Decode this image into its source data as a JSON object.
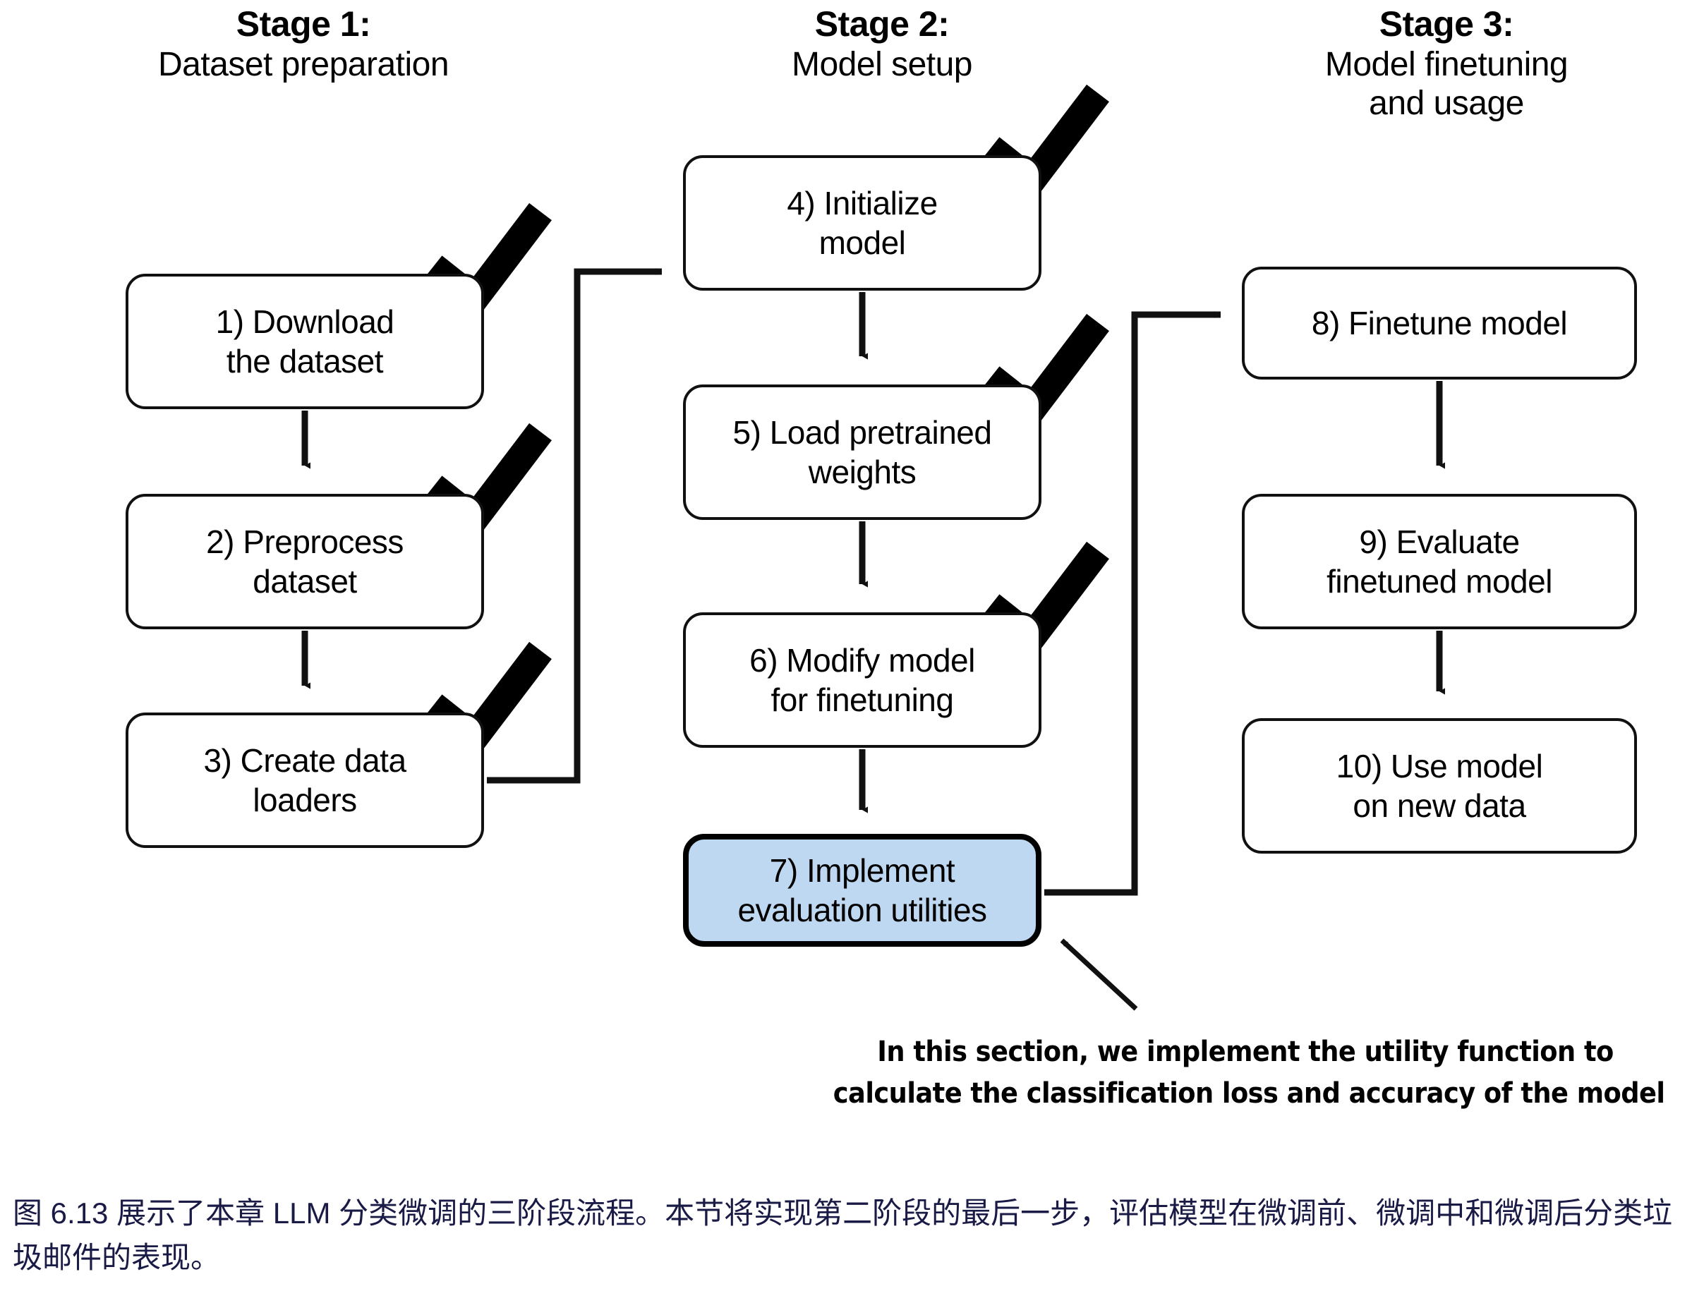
{
  "figure": {
    "stages": [
      {
        "id": "stage-1",
        "title": "Stage 1:",
        "subtitle": "Dataset preparation",
        "subtitle2": ""
      },
      {
        "id": "stage-2",
        "title": "Stage 2:",
        "subtitle": "Model setup",
        "subtitle2": ""
      },
      {
        "id": "stage-3",
        "title": "Stage 3:",
        "subtitle": "Model finetuning",
        "subtitle2": "and usage"
      }
    ],
    "nodes": [
      {
        "id": "node-1",
        "label": "1) Download\nthe dataset",
        "stage": 1,
        "checked": true,
        "highlighted": false
      },
      {
        "id": "node-2",
        "label": "2) Preprocess\ndataset",
        "stage": 1,
        "checked": true,
        "highlighted": false
      },
      {
        "id": "node-3",
        "label": "3) Create data\nloaders",
        "stage": 1,
        "checked": true,
        "highlighted": false
      },
      {
        "id": "node-4",
        "label": "4) Initialize\nmodel",
        "stage": 2,
        "checked": true,
        "highlighted": false
      },
      {
        "id": "node-5",
        "label": "5) Load pretrained\nweights",
        "stage": 2,
        "checked": true,
        "highlighted": false
      },
      {
        "id": "node-6",
        "label": "6) Modify model\nfor finetuning",
        "stage": 2,
        "checked": true,
        "highlighted": false
      },
      {
        "id": "node-7",
        "label": "7) Implement\nevaluation utilities",
        "stage": 2,
        "checked": false,
        "highlighted": true
      },
      {
        "id": "node-8",
        "label": "8) Finetune model",
        "stage": 3,
        "checked": false,
        "highlighted": false
      },
      {
        "id": "node-9",
        "label": "9) Evaluate\nfinetuned model",
        "stage": 3,
        "checked": false,
        "highlighted": false
      },
      {
        "id": "node-10",
        "label": "10) Use model\non new data",
        "stage": 3,
        "checked": false,
        "highlighted": false
      }
    ],
    "annotation": {
      "line1": "In this section, we implement the utility function to",
      "line2": "calculate the classification loss and accuracy of the model"
    },
    "caption": {
      "text": "图 6.13 展示了本章 LLM 分类微调的三阶段流程。本节将实现第二阶段的最后一步，评估模型在微调前、微调中和微调后分类垃圾邮件的表现。"
    },
    "colors": {
      "highlight_fill": "#bfd8f2",
      "stroke": "#111111",
      "caption_color": "#1a1a46",
      "check_color": "#000000"
    }
  }
}
